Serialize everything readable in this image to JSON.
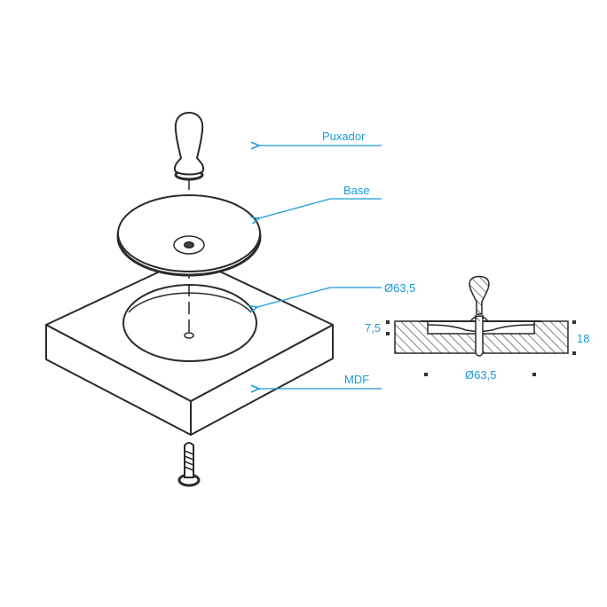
{
  "labels": {
    "handle": "Puxador",
    "base": "Base",
    "hole_diameter": "Ø63,5",
    "mdf": "MDF"
  },
  "section": {
    "depth": "7,5",
    "thickness": "18",
    "diameter": "Ø63,5"
  },
  "colors": {
    "accent": "#1a9bd7",
    "line": "#2a2a2a"
  }
}
